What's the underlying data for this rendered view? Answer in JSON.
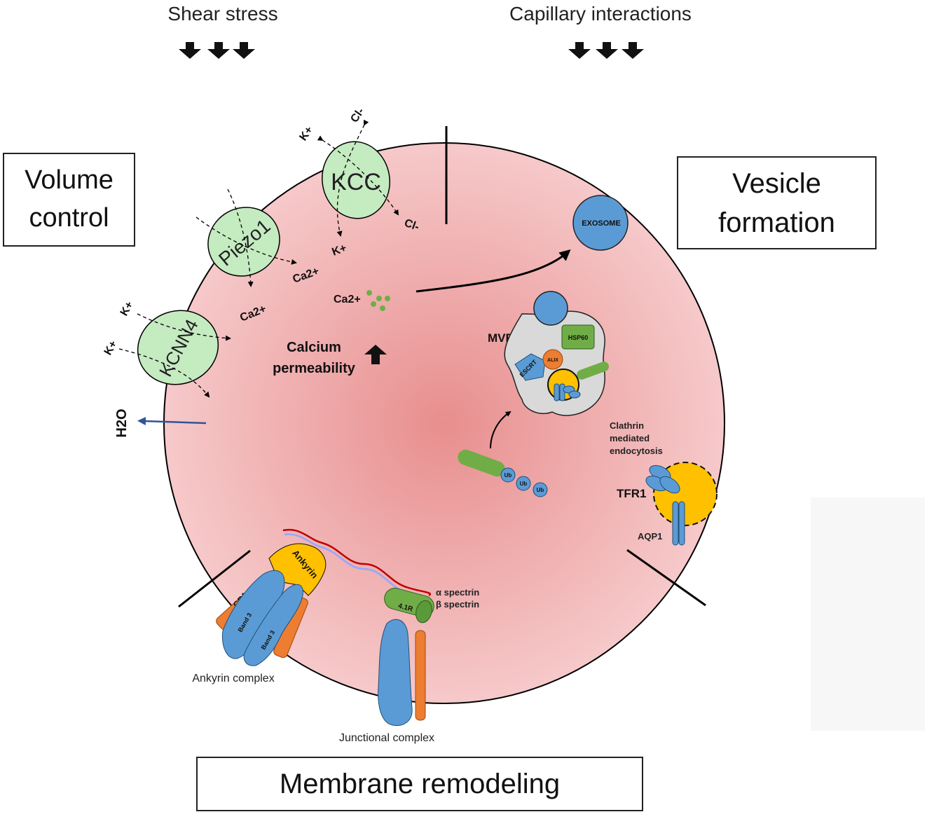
{
  "top_labels": {
    "shear_stress": "Shear stress",
    "capillary_interactions": "Capillary interactions"
  },
  "boxes": {
    "volume_control": "Volume\ncontrol",
    "vesicle_formation": "Vesicle\nformation",
    "membrane_remodeling": "Membrane remodeling"
  },
  "channels": {
    "kcc": "KCC",
    "piezo1": "Piezo1",
    "kcnn4": "KCNN4"
  },
  "ions": {
    "k_plus": "K+",
    "cl_minus": "Cl-",
    "ca2_plus": "Ca2+",
    "h2o": "H2O"
  },
  "labels": {
    "calcium_line1": "Calcium",
    "calcium_line2": "permeability",
    "exosome": "EXOSOME",
    "mve": "MVE",
    "hsp60": "HSP60",
    "escrt": "ESCRT",
    "alix": "ALIX",
    "ub": "Ub",
    "clathrin_line1": "Clathrin",
    "clathrin_line2": "mediated",
    "clathrin_line3": "endocytosis",
    "tfr1": "TFR1",
    "aqp1": "AQP1",
    "ankyrin": "Ankyrin",
    "gpa": "GPA",
    "band3": "Band 3",
    "r41": "4.1R",
    "alpha_spectrin": "α spectrin",
    "beta_spectrin": "β spectrin",
    "ankyrin_complex": "Ankyrin complex",
    "junctional_complex": "Junctional complex"
  },
  "colors": {
    "cell_center": "#e88e8e",
    "cell_edge": "#f6c9ca",
    "channel_fill": "#c5ebc1",
    "protein_blue": "#5b9bd5",
    "protein_green": "#70ad47",
    "protein_orange": "#ed7d31",
    "protein_yellow": "#ffc000",
    "mve_gray": "#d9d9d9",
    "water_arrow": "#2f5597",
    "spectrin_red": "#c00000",
    "spectrin_blue": "#8fa9ff"
  }
}
